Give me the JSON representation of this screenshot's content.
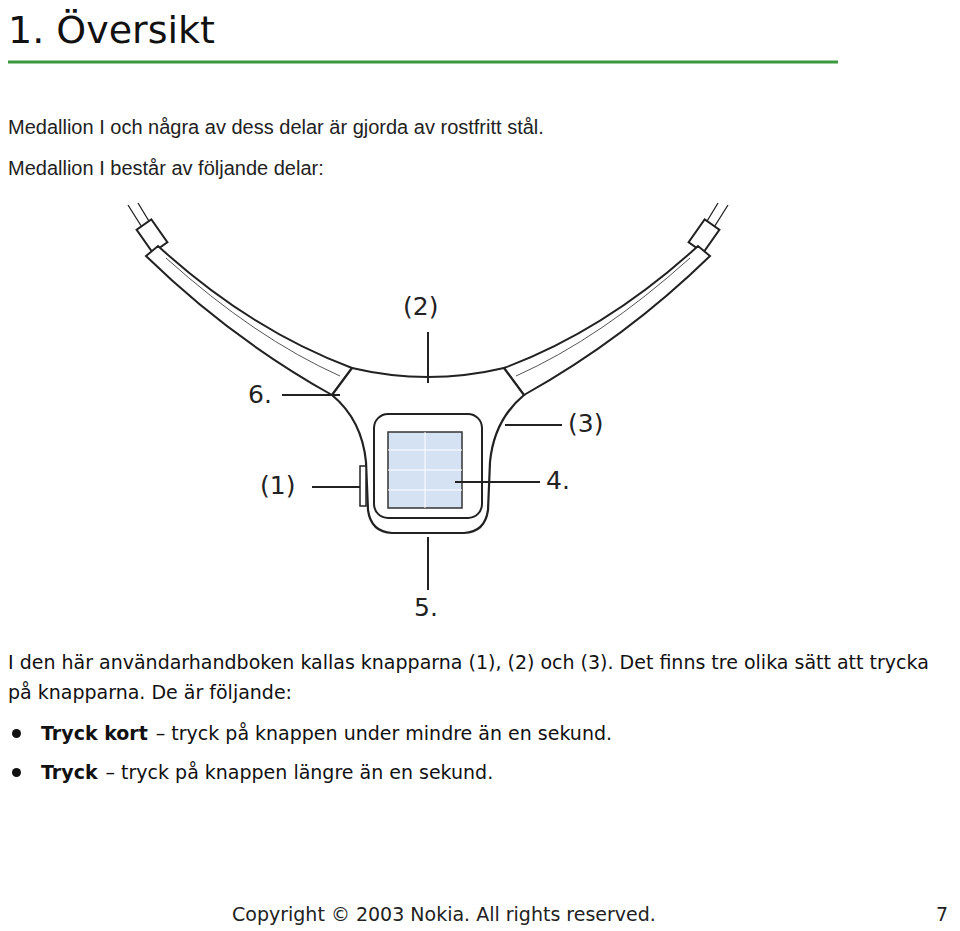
{
  "diagram": {
    "title": "1. Översikt",
    "labels": [
      "Medallion I och några av dess delar är gjorda av rostfritt stål.",
      "Medallion I består av följande delar:",
      "(2)",
      "6.",
      "(3)",
      "(1)",
      "4.",
      "5.",
      "I den här användarhandboken kallas knapparna (1), (2) och (3). Det finns tre olika sätt att trycka på knapparna. De är följande:",
      "Tryck kort",
      "– tryck på knappen under mindre än en sekund.",
      "Tryck",
      "– tryck på knappen längre än en sekund.",
      "Copyright © 2003 Nokia. All rights reserved.",
      "7"
    ]
  }
}
